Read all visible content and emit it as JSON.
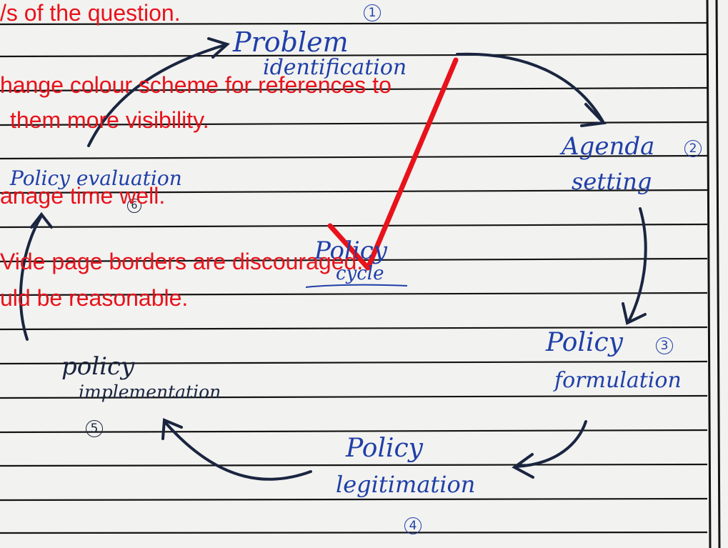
{
  "feedback": {
    "line1": "/s of the question.",
    "line2": "hange colour scheme for references to",
    "line3": "them more visibility.",
    "line4": "anage time well.",
    "line5": "Vide page borders are discouraged.",
    "line6": "uld be reasonable."
  },
  "diagram": {
    "center_top": "Policy",
    "center_bottom": "cycle",
    "steps": [
      {
        "num": "1",
        "line1": "Problem",
        "line2": "identification"
      },
      {
        "num": "2",
        "line1": "Agenda",
        "line2": "setting"
      },
      {
        "num": "3",
        "line1": "Policy",
        "line2": "formulation"
      },
      {
        "num": "4",
        "line1": "Policy",
        "line2": "legitimation"
      },
      {
        "num": "5",
        "line1": "policy",
        "line2": "implementation"
      },
      {
        "num": "6",
        "line1": "Policy evaluation",
        "line2": ""
      }
    ]
  },
  "colors": {
    "blue_ink": "#1f3fa8",
    "dark_ink": "#1a2540",
    "red_pen": "#e8121b",
    "paper": "#f2f2f0",
    "rule": "#141414"
  }
}
